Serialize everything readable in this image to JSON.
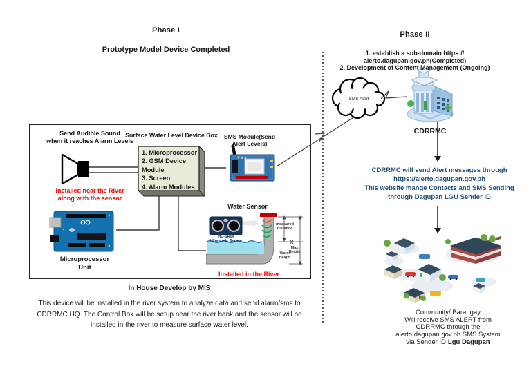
{
  "phase1": {
    "label": "Phase I",
    "title": "Prototype Model Device Completed",
    "speaker_note": "Send Audible Sound\nwhen it reaches Alarm Levels",
    "speaker_warning": "Installed near the River\nalong with the sensor",
    "device_box": {
      "title": "Surface Water Level Device Box",
      "items": "1. Microprocessor\n2. GSM Device\nModule\n3. Screen\n4. Alarm Modules"
    },
    "sms_module_label": "SMS Module(Send\nAlert Levels)",
    "microprocessor_label": "Microprocessor\nUnit",
    "water_sensor": {
      "label": "Water Sensor",
      "warning": "Installed in the River",
      "chip_label": "HC-SR04\nUltrasonic Sensor",
      "dim_measured": "measured\ndistance",
      "dim_max": "Max\nHeight",
      "dim_water": "Water\nHeight"
    },
    "footer_title": "In House Develop by MIS",
    "footer_text": "This device will be installed in the river system  to analyze data and send alarm/sms to\nCDRRMC HQ. The Control Box will be setup near the river bank and the sensor will be\ninstalled in the river to measure surface water level."
  },
  "phase2": {
    "label": "Phase II",
    "steps": "1. establish a sub-domain https://\nalerto.dagupan.gov.ph(Completed)\n2. Development of Content Management (Ongoing)",
    "cloud_label": "SMS Alert",
    "building_label": "CDRRMC",
    "alert_text": "CDRRMC will send Alert messages through\nhttps://alerto.dagupan.gov.ph\nThis website mange Contacts and SMS Sending\nthrough Dagupan LGU Sender ID",
    "community_caption": "Community/ Barangay\nWill receive SMS ALERT from\nCDRRMC through the\nalerto.dagupan.gov.ph SMS System",
    "community_caption_last": "via Sender ID",
    "community_caption_bold": "Lgu Dagupan"
  },
  "colors": {
    "warning_red": "#FF0000",
    "alert_blue": "#1F4E79"
  }
}
